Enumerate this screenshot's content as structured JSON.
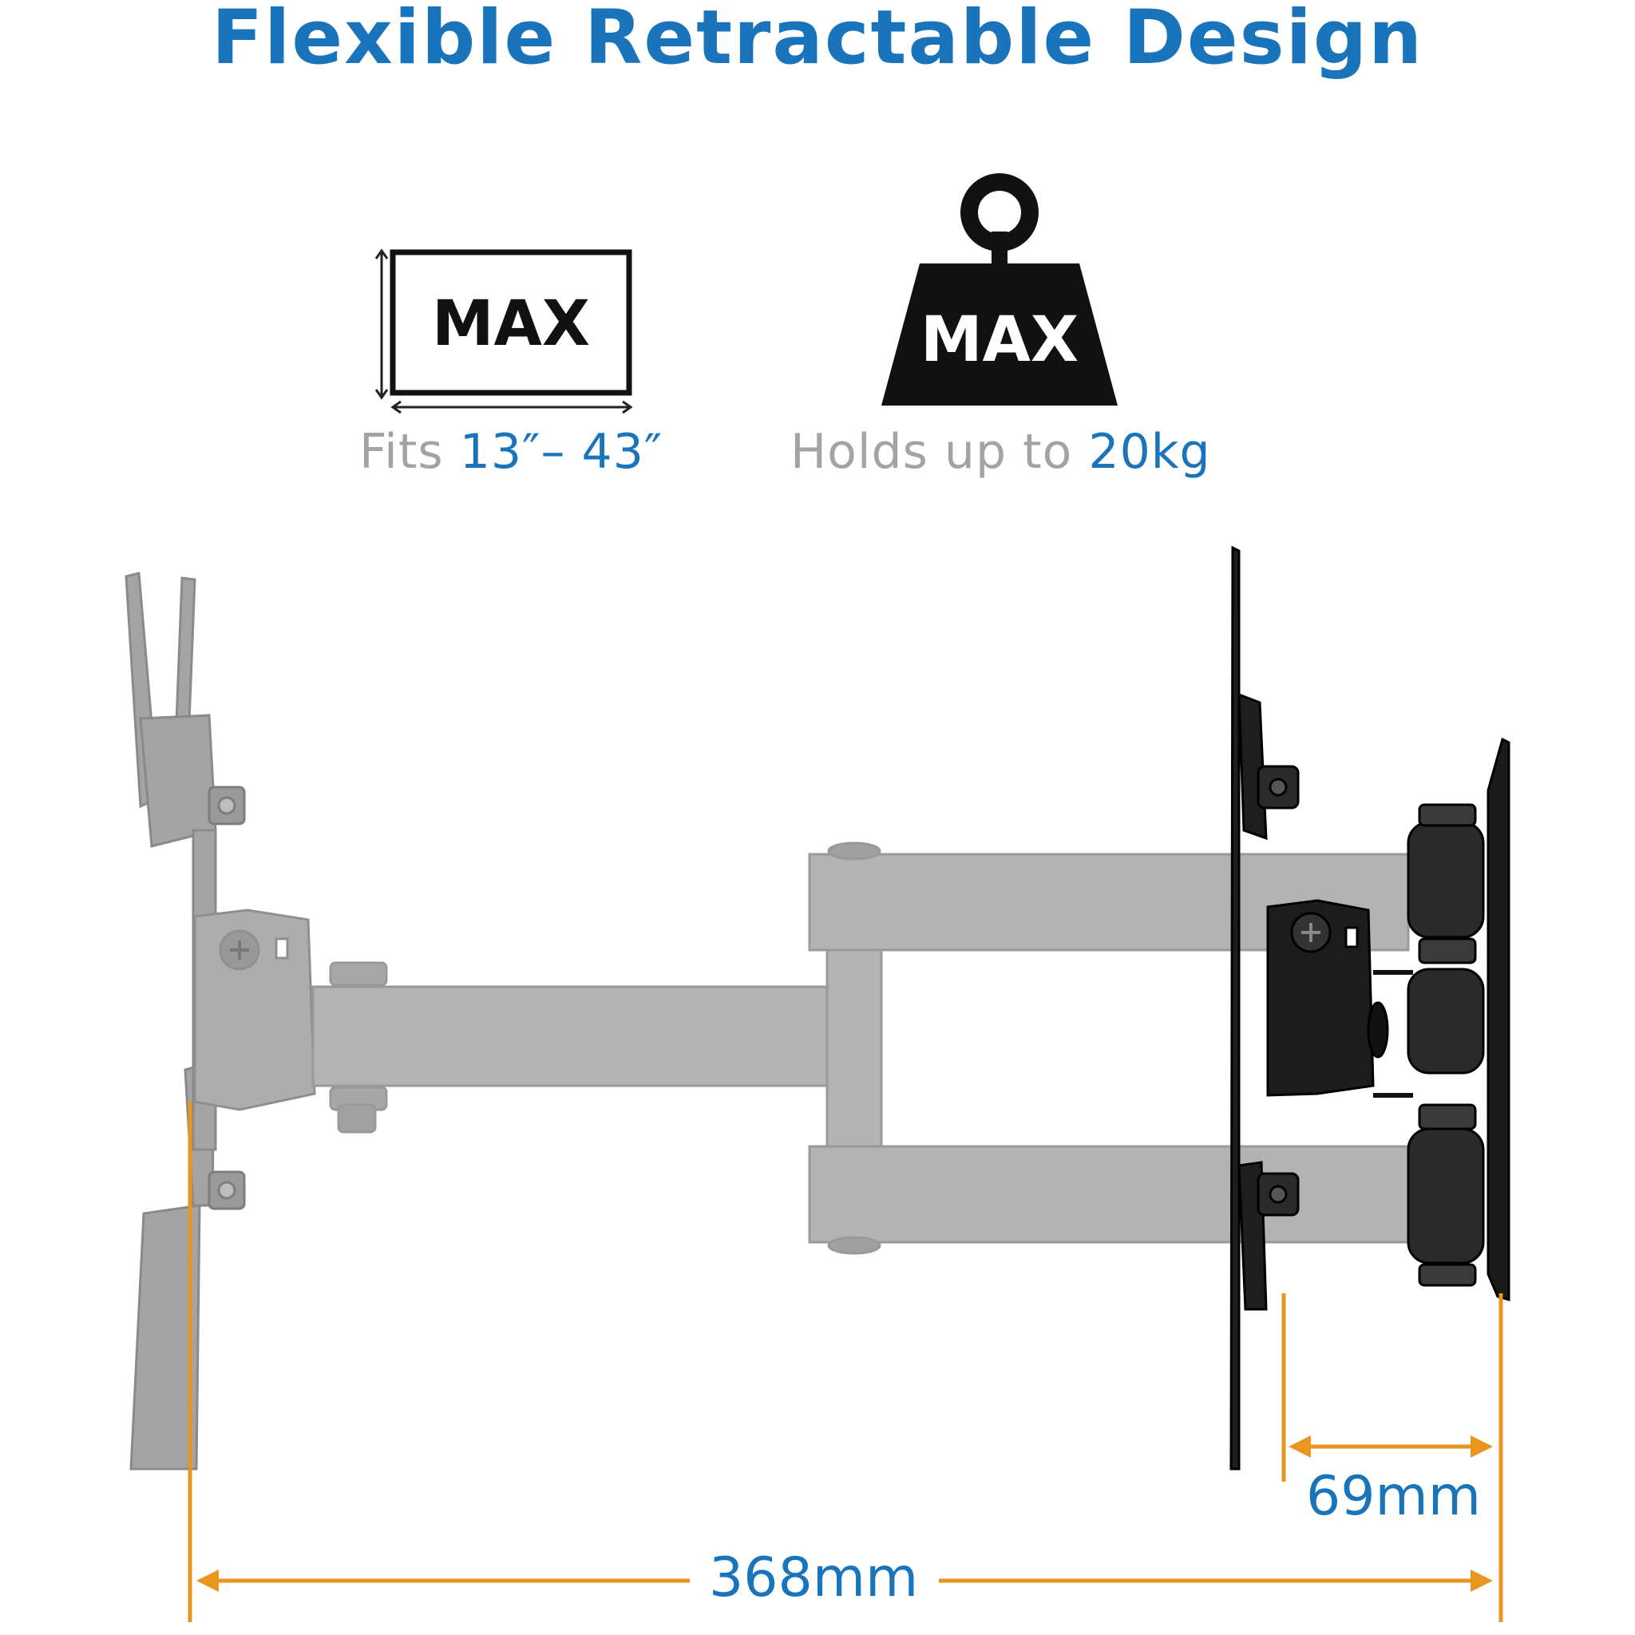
{
  "title": "Flexible Retractable Design",
  "screen_icon": {
    "icon": "screen-size-icon",
    "label": "MAX"
  },
  "weight_icon": {
    "icon": "weight-icon",
    "label": "MAX"
  },
  "fits": {
    "prefix": "Fits",
    "value": "13″– 43″"
  },
  "holds": {
    "prefix": "Holds up to",
    "value": "20kg"
  },
  "dimensions": {
    "retracted": "69mm",
    "extended": "368mm"
  },
  "colors": {
    "title_blue": "#1a74bb",
    "dimension_orange": "#e8961f",
    "caption_gray": "#a3a3a3",
    "arm_gray": "#a9a9a9",
    "bracket_black": "#1c1c1c"
  }
}
